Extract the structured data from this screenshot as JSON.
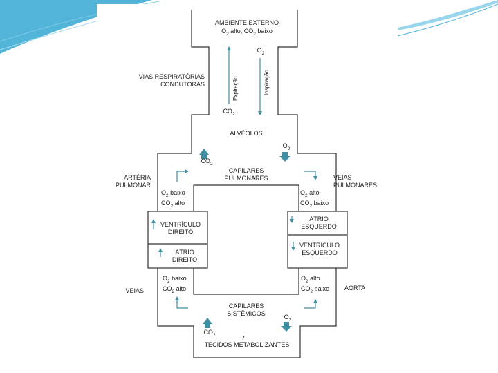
{
  "colors": {
    "accent": "#3f8fa3",
    "line": "#333333",
    "slide_band": "#35a7d4"
  },
  "diagram": {
    "external_env": {
      "title": "AMBIENTE EXTERNO",
      "sub_o": "O",
      "sub_o_idx": "2",
      "sub_mid": " alto, CO",
      "sub_co_idx": "2",
      "sub_end": " baixo"
    },
    "conducting_airways": {
      "line1": "VIAS RESPIRATÓRIAS",
      "line2": "CONDUTORAS"
    },
    "expiration": "Expiração",
    "inspiration": "Inspiração",
    "o2_top": {
      "base": "O",
      "idx": "2"
    },
    "co2_airway": {
      "base": "CO",
      "idx": "2"
    },
    "alveoli": "ALVÉOLOS",
    "co2_alveoli": {
      "base": "CO",
      "idx": "2"
    },
    "o2_alveoli": {
      "base": "O",
      "idx": "2"
    },
    "pulm_capillaries": {
      "line1": "CAPILARES",
      "line2": "PULMONARES"
    },
    "pulm_artery": {
      "line1": "ARTÉRIA",
      "line2": "PULMONAR"
    },
    "pulm_veins": {
      "line1": "VEIAS",
      "line2": "PULMONARES"
    },
    "left_upper_gas": {
      "a": "O",
      "ai": "2",
      "at": " baixo",
      "b": "CO",
      "bi": "2",
      "bt": " alto"
    },
    "right_upper_gas": {
      "a": "O",
      "ai": "2",
      "at": " alto",
      "b": "CO",
      "bi": "2",
      "bt": " baixo"
    },
    "right_ventricle": {
      "line1": "VENTRÍCULO",
      "line2": "DIREITO"
    },
    "right_atrium": {
      "line1": "ÁTRIO",
      "line2": "DIREITO"
    },
    "left_atrium": {
      "line1": "ÁTRIO",
      "line2": "ESQUERDO"
    },
    "left_ventricle": {
      "line1": "VENTRÍCULO",
      "line2": "ESQUERDO"
    },
    "left_lower_gas": {
      "a": "O",
      "ai": "2",
      "at": " baixo",
      "b": "CO",
      "bi": "2",
      "bt": " alto"
    },
    "right_lower_gas": {
      "a": "O",
      "ai": "2",
      "at": " alto",
      "b": "CO",
      "bi": "2",
      "bt": " baixo"
    },
    "veins": "VEIAS",
    "aorta": "AORTA",
    "sys_capillaries": {
      "line1": "CAPILARES",
      "line2": "SISTÊMICOS"
    },
    "co2_tissues": {
      "base": "CO",
      "idx": "2"
    },
    "o2_tissues": {
      "base": "O",
      "idx": "2"
    },
    "tissues": "TECIDOS METABOLIZANTES"
  }
}
